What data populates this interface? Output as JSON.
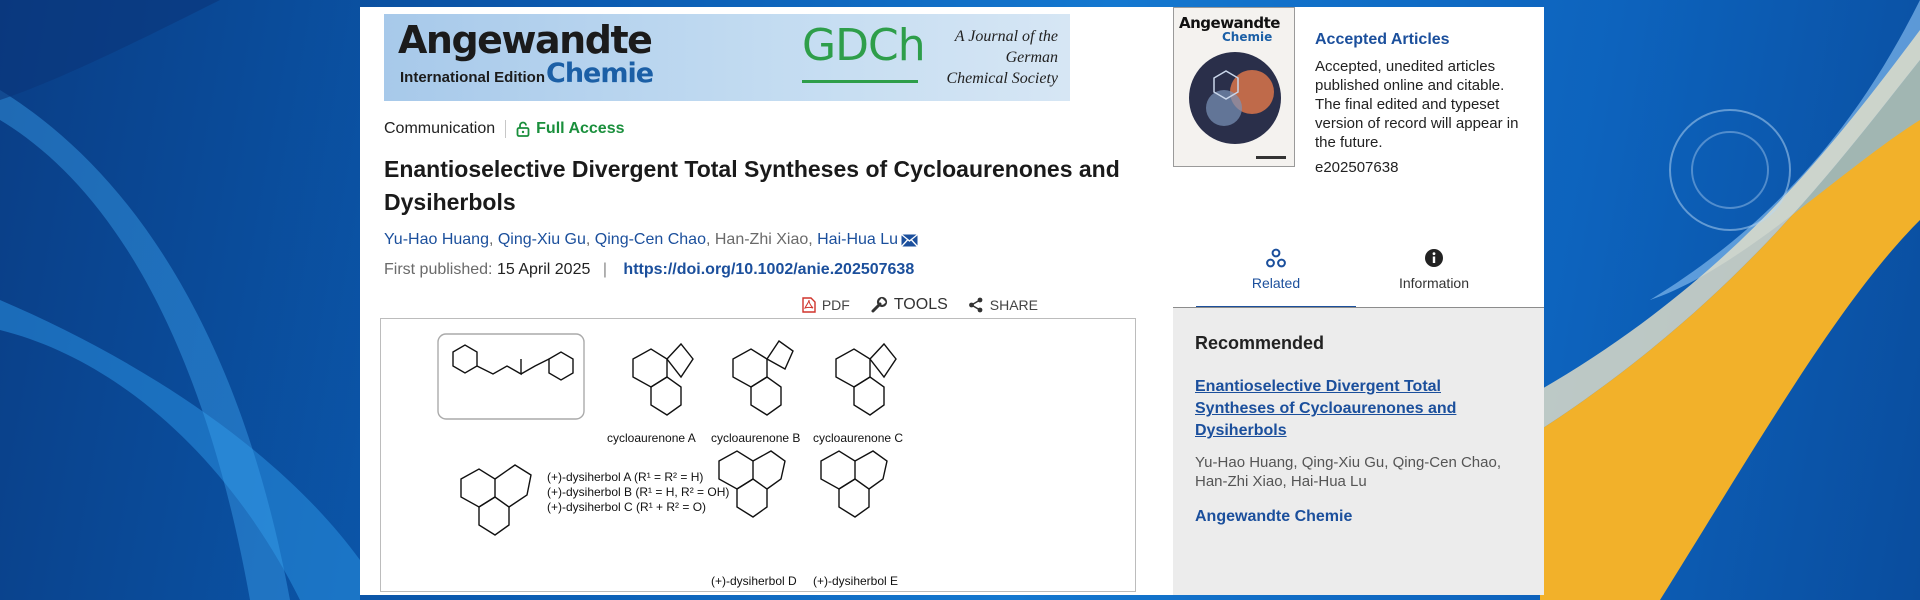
{
  "colors": {
    "link": "#1b4f9c",
    "access": "#1a8f3c",
    "gdch": "#2e9e4a",
    "chemie": "#1b5fa6"
  },
  "banner": {
    "title": "Angewandte",
    "subtitle": "International Edition",
    "chemie": "Chemie",
    "gdch": "GDCh",
    "society_lines": [
      "A Journal of the",
      "German",
      "Chemical Society"
    ]
  },
  "article": {
    "type": "Communication",
    "access": "Full Access",
    "title": "Enantioselective Divergent Total Syntheses of Cycloaurenones and Dysiherbols",
    "authors": [
      {
        "name": "Yu-Hao Huang",
        "linked": true
      },
      {
        "name": "Qing-Xiu Gu",
        "linked": true
      },
      {
        "name": "Qing-Cen Chao",
        "linked": true
      },
      {
        "name": "Han-Zhi Xiao",
        "linked": false
      },
      {
        "name": "Hai-Hua Lu",
        "linked": true
      }
    ],
    "first_published_label": "First published:",
    "first_published": "15 April 2025",
    "doi": "https://doi.org/10.1002/anie.202507638"
  },
  "tools": {
    "pdf": "PDF",
    "tools": "TOOLS",
    "share": "SHARE"
  },
  "graphic": {
    "labels": {
      "cycA": "cycloaurenone A",
      "cycB": "cycloaurenone B",
      "cycC": "cycloaurenone C",
      "dysA": "(+)-dysiherbol A (R¹ = R² = H)",
      "dysB": "(+)-dysiherbol B (R¹ = H, R² = OH)",
      "dysC": "(+)-dysiherbol C (R¹ + R² = O)",
      "dysD": "(+)-dysiherbol D",
      "dysE": "(+)-dysiherbol E"
    }
  },
  "cover": {
    "title": "Angewandte",
    "chemie": "Chemie"
  },
  "accepted": {
    "title": "Accepted Articles",
    "body": "Accepted, unedited articles published online and citable. The final edited and typeset version of record will appear in the future.",
    "id": "e202507638"
  },
  "tabs": [
    {
      "label": "Related",
      "active": true,
      "icon": "related-icon"
    },
    {
      "label": "Information",
      "active": false,
      "icon": "info-icon"
    }
  ],
  "recommended": {
    "heading": "Recommended",
    "link": "Enantioselective Divergent Total Syntheses of Cycloaurenones and Dysiherbols",
    "authors": "Yu-Hao Huang, Qing-Xiu Gu, Qing-Cen Chao, Han-Zhi Xiao, Hai-Hua Lu",
    "journal": "Angewandte Chemie"
  }
}
